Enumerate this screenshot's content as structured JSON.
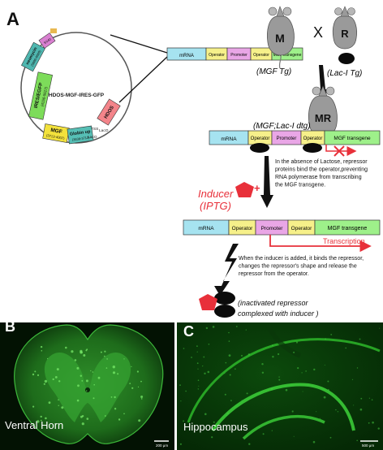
{
  "panel_a": {
    "label": "A",
    "plasmid": {
      "title": "HDOS-MGF-IRES-GFP",
      "seg_ires_egfp": "IRES/EGFP",
      "seg_ires_egfp_range": "(4156-5627)",
      "seg_mgf": "MGF",
      "seg_mgf_range": "(3713-4007)",
      "seg_globin": "Globin up",
      "seg_globin_range": "(3638-3712)",
      "seg_hdos": "HDOS",
      "seg_neo": "neomycin",
      "seg_neo_range": "(5886-6689)",
      "seg_tss": "TSS",
      "seg_laco_1": "LacO",
      "seg_laco_2": "LacO",
      "seg_top": "SV40"
    },
    "construct_top": {
      "mrna": "mRNA",
      "operator1": "Operator",
      "promoter": "Promoter",
      "operator2": "Operator",
      "transgene": "MGF transgene"
    },
    "mice": {
      "m_label": "M",
      "r_label": "R",
      "cross": "X",
      "m_caption": "(MGF Tg)",
      "r_caption": "(Lac-I Tg)",
      "mr_label": "MR",
      "mr_caption": "(MGF;Lac-I dtg)"
    },
    "construct_mid": {
      "mrna": "mRNA",
      "operator1": "Operator",
      "promoter": "Promoter",
      "operator2": "Operator",
      "transgene": "MGF transgene"
    },
    "text_repressed": [
      "In the absence of Lactose, repressor",
      "proteins bind the operator,preventing",
      "RNA polymerase from transcribing",
      "the MGF transgene."
    ],
    "inducer_line1": "Inducer",
    "inducer_line2": "(IPTG)",
    "plus": "+",
    "construct_bottom": {
      "mrna": "mRNA",
      "operator1": "Operator",
      "promoter": "Promoter",
      "operator2": "Operator",
      "transgene": "MGF transgene"
    },
    "transcription": "Transcription",
    "text_induced": [
      "When the inducer is added, it binds the repressor,",
      "changes the repressor's shape and release the",
      "repressor from the operator."
    ],
    "inactivated_line1": "(inactivated repressor",
    "inactivated_line2": "complexed with inducer )"
  },
  "panel_b": {
    "label": "B",
    "caption": "Ventral Horn",
    "scale": "200 μm"
  },
  "panel_c": {
    "label": "C",
    "caption": "Hippocampus",
    "scale": "500 μm"
  },
  "colors": {
    "mrna": "#a6e3f0",
    "operator": "#f6f08a",
    "promoter": "#e9a6e6",
    "transgene": "#9ef08a",
    "red": "#e8303a",
    "fluor_bg": "#031203",
    "fluor": "#1fa51f"
  }
}
